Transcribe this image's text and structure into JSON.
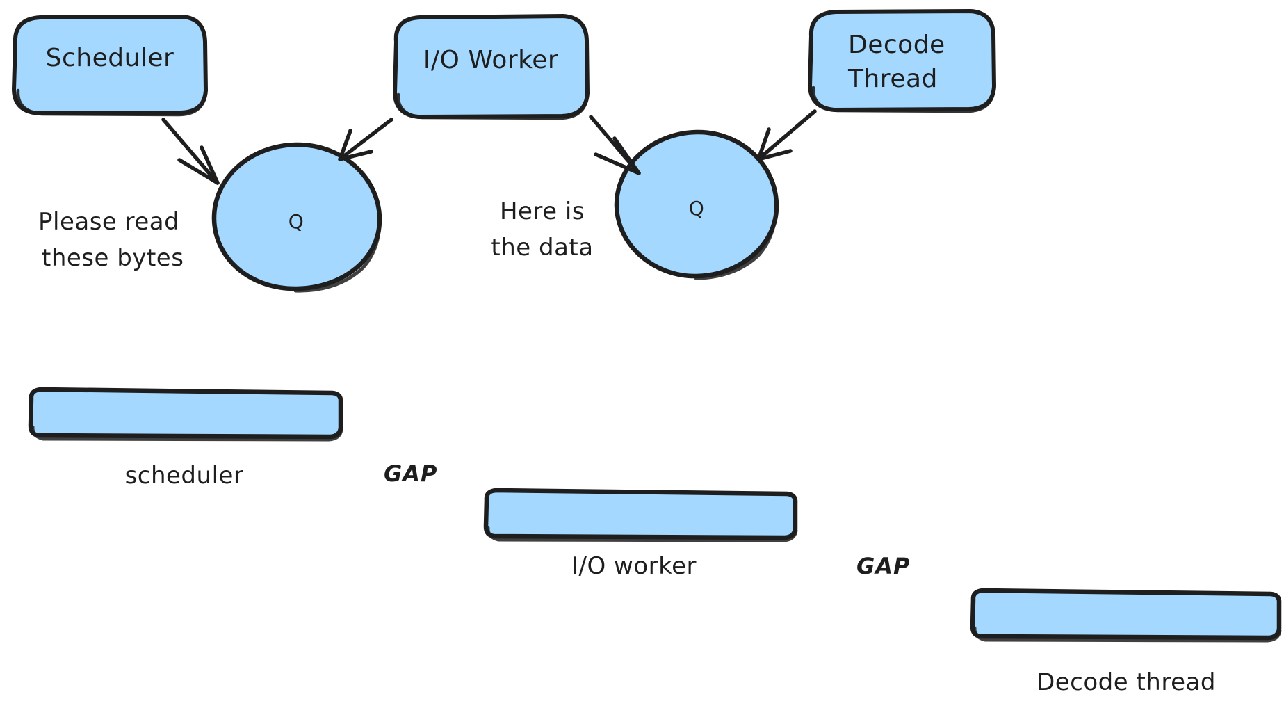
{
  "diagram": {
    "title_text_color": "#1e1e1e",
    "fill_color": "#a5d8ff",
    "stroke_color": "#1e1e1e",
    "gap_color": "#e03131",
    "background": "#ffffff"
  },
  "top_section": {
    "nodes": [
      {
        "id": "scheduler",
        "label": "Scheduler",
        "shape": "rounded-rect"
      },
      {
        "id": "io-worker",
        "label": "I/O Worker",
        "shape": "rounded-rect"
      },
      {
        "id": "decode-thread",
        "label_line1": "Decode",
        "label_line2": "Thread",
        "shape": "rounded-rect"
      }
    ],
    "queues": [
      {
        "id": "queue-1",
        "label": "Q",
        "shape": "ellipse"
      },
      {
        "id": "queue-2",
        "label": "Q",
        "shape": "ellipse"
      }
    ],
    "messages": [
      {
        "id": "msg-read",
        "line1": "Please read",
        "line2": "these bytes"
      },
      {
        "id": "msg-data",
        "line1": "Here is",
        "line2": "the data"
      }
    ],
    "arrows": [
      {
        "id": "arrow-scheduler-to-q1",
        "from": "scheduler",
        "to": "queue-1"
      },
      {
        "id": "arrow-ioworker-to-q1",
        "from": "io-worker",
        "to": "queue-1"
      },
      {
        "id": "arrow-ioworker-to-q2",
        "from": "io-worker",
        "to": "queue-2"
      },
      {
        "id": "arrow-decodethread-to-q2",
        "from": "decode-thread",
        "to": "queue-2"
      }
    ]
  },
  "timeline_section": {
    "bars": [
      {
        "id": "bar-scheduler",
        "label": "scheduler"
      },
      {
        "id": "bar-io-worker",
        "label": "I/O worker"
      },
      {
        "id": "bar-decode-thread",
        "label": "Decode thread"
      }
    ],
    "gaps": [
      {
        "id": "gap-1",
        "label": "GAP"
      },
      {
        "id": "gap-2",
        "label": "GAP"
      }
    ]
  }
}
